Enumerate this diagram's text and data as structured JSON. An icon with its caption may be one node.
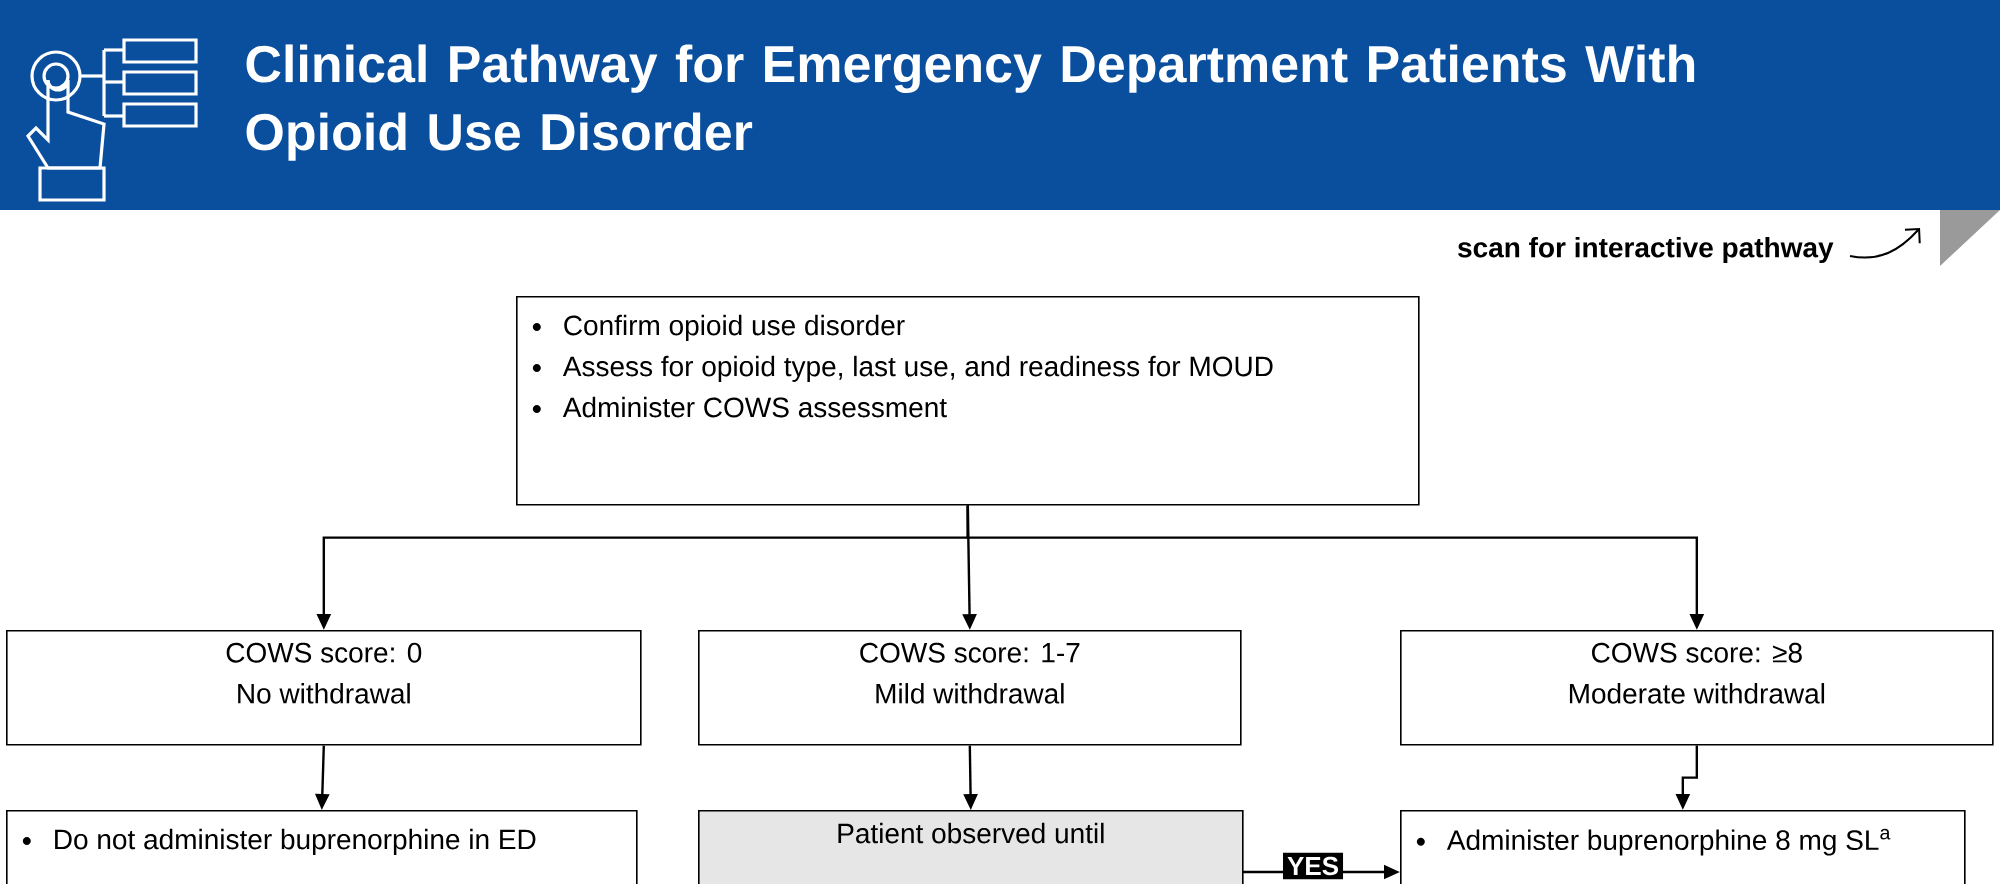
{
  "diagram": {
    "title": "Clinical Pathway for Emergency Department Patients With Opioid Use Disorder",
    "nodes": [
      {
        "text": [
          "Confirm opioid use disorder",
          "Assess for opioid type, last use, and readiness for MOUD",
          "Administer COWS assessment"
        ]
      },
      {
        "text": [
          "COWS score: 0",
          "No withdrawal"
        ]
      },
      {
        "text": [
          "COWS score: 1-7",
          "Mild withdrawal"
        ]
      },
      {
        "text": [
          "COWS score: ≥8",
          "Moderate withdrawal"
        ]
      },
      {
        "text": [
          "Do not administer buprenorphine in ED"
        ]
      },
      {
        "text": [
          "Patient observed until"
        ]
      },
      {
        "text": [
          "Administer buprenorphine 8 mg SL$^{a}$"
        ]
      }
    ],
    "edges": [
      {
        "from": 0,
        "to": 1,
        "arrow": "to"
      },
      {
        "from": 0,
        "to": 2,
        "arrow": "to"
      },
      {
        "from": 0,
        "to": 3,
        "arrow": "to"
      },
      {
        "from": 1,
        "to": 4,
        "arrow": "to"
      },
      {
        "from": 2,
        "to": 5,
        "arrow": "to"
      },
      {
        "from": 3,
        "to": 6,
        "arrow": "to"
      },
      {
        "from": 5,
        "to": 6,
        "arrow": "to",
        "label": "YES"
      }
    ],
    "labels": [
      "scan for interactive pathway"
    ]
  }
}
